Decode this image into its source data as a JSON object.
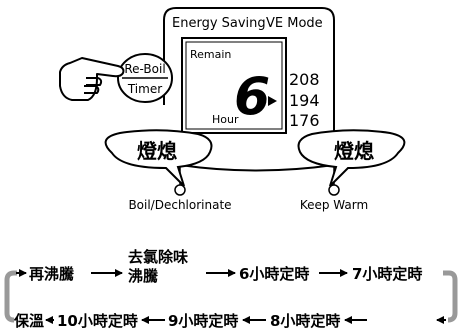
{
  "panel": {
    "energy_saving_label": "Energy Saving",
    "ve_mode_label": "VE Mode",
    "display": {
      "remain_label": "Remain",
      "digit": "6",
      "hour_label": "Hour"
    },
    "temperatures": [
      "208",
      "194",
      "176"
    ],
    "button": {
      "line1": "Re-Boil",
      "line2": "Timer"
    },
    "lamps": [
      {
        "bubble_text": "燈熄",
        "label": "Boil/Dechlorinate"
      },
      {
        "bubble_text": "燈熄",
        "label": "Keep Warm"
      }
    ]
  },
  "flow": {
    "top_row": [
      "再沸騰",
      "去氯除味",
      "沸騰",
      "6小時定時",
      "7小時定時"
    ],
    "bottom_row": [
      "保溫",
      "10小時定時",
      "9小時定時",
      "8小時定時"
    ]
  },
  "colors": {
    "line": "#000000",
    "background": "#ffffff",
    "lcd_fill": "#ffffff"
  }
}
